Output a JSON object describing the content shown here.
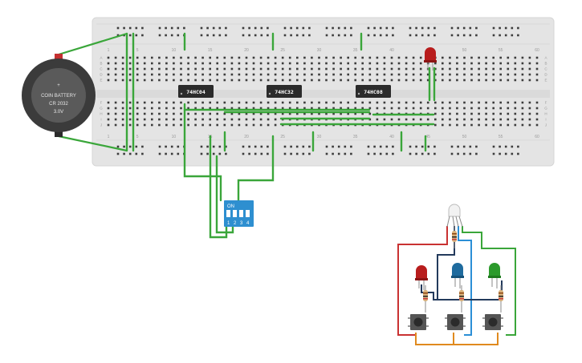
{
  "battery": {
    "line1": "COIN BATTERY",
    "line2": "CR 2032",
    "line3": "3.0V",
    "plus_symbol": "+"
  },
  "chips": [
    {
      "label": "74HC04"
    },
    {
      "label": "74HC32"
    },
    {
      "label": "74HC08"
    }
  ],
  "breadboard": {
    "column_numbers": [
      "1",
      "5",
      "10",
      "15",
      "20",
      "25",
      "30",
      "35",
      "40",
      "45",
      "50",
      "55",
      "60"
    ],
    "row_letters_top": [
      "A",
      "B",
      "C",
      "D",
      "E"
    ],
    "row_letters_bottom": [
      "F",
      "G",
      "H",
      "I",
      "J"
    ]
  },
  "dip_switch": {
    "on_label": "ON",
    "switch_numbers": [
      "1",
      "2",
      "3",
      "4"
    ]
  },
  "colors": {
    "wire_green": "#3aa63a",
    "wire_red": "#c93232",
    "wire_blue": "#2b8fd6",
    "wire_navy": "#233a5c",
    "wire_orange": "#e08a1e",
    "chip_body": "#2b2b2b",
    "led_red": "#b81d1d",
    "led_blue": "#1f6b9e",
    "led_green": "#2c9a2c",
    "dip_body": "#2e8fd0",
    "battery_body": "#3b3b3b"
  }
}
